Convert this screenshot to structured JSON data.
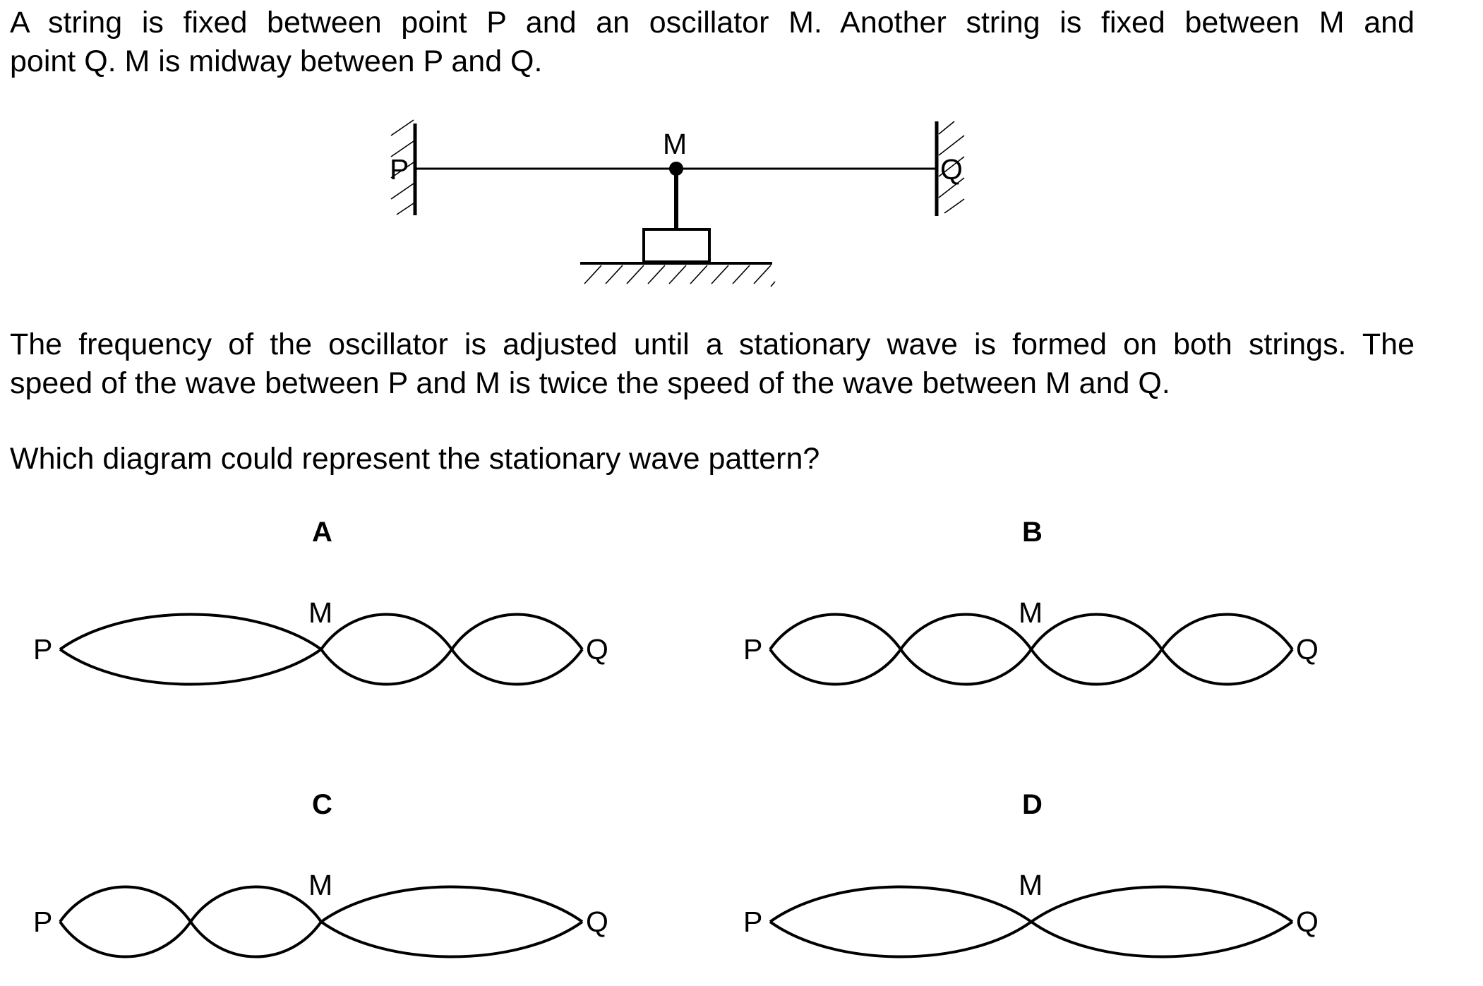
{
  "question": {
    "intro_line1": "A string is fixed between point P and an oscillator M. Another string is fixed between M and",
    "intro_line2": "point Q. M is midway between P and Q.",
    "body_line1": "The frequency of the oscillator is adjusted until a stationary wave is formed on both strings. The",
    "body_line2": "speed of the wave between P and M is twice the speed of the wave between M and Q.",
    "prompt": "Which diagram could represent the stationary wave pattern?"
  },
  "apparatus": {
    "label_p": "P",
    "label_m": "M",
    "label_q": "Q"
  },
  "options": [
    {
      "letter": "A",
      "label_p": "P",
      "label_m": "M",
      "label_q": "Q",
      "loops_pm": 1,
      "loops_mq": 2
    },
    {
      "letter": "B",
      "label_p": "P",
      "label_m": "M",
      "label_q": "Q",
      "loops_pm": 2,
      "loops_mq": 2
    },
    {
      "letter": "C",
      "label_p": "P",
      "label_m": "M",
      "label_q": "Q",
      "loops_pm": 2,
      "loops_mq": 1
    },
    {
      "letter": "D",
      "label_p": "P",
      "label_m": "M",
      "label_q": "Q",
      "loops_pm": 1,
      "loops_mq": 1
    }
  ]
}
